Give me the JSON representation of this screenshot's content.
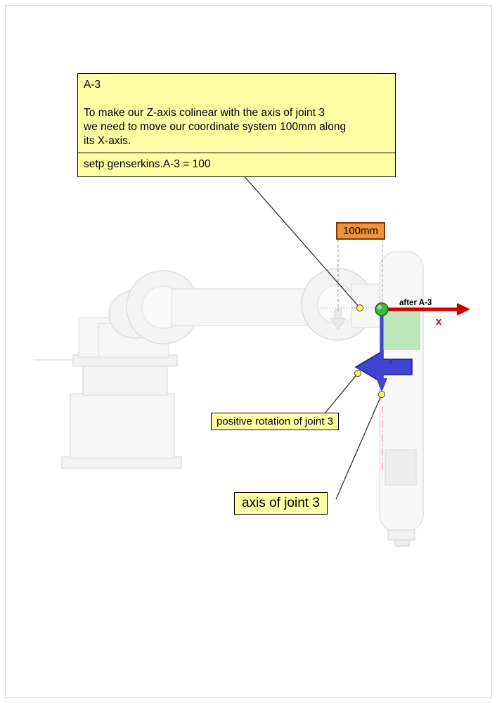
{
  "callout": {
    "title": "A-3",
    "line1": "To make our Z-axis colinear with the axis of joint 3",
    "line2": "we need to move our coordinate system 100mm along",
    "line3": "its X-axis.",
    "command": "setp genserkins.A-3 = 100"
  },
  "labels": {
    "distance": "100mm",
    "after_a3": "after A-3",
    "x_axis": "x",
    "z_axis": "z",
    "positive_rotation": "positive rotation of joint 3",
    "axis_of_joint3": "axis of joint 3"
  },
  "colors": {
    "callout_bg": "#FFFFA6",
    "distance_bg": "#F0913C",
    "distance_border": "#7A3B00",
    "x_arrow": "#CC0000",
    "z_arrow": "#4444CC",
    "rotation_arrow": "#4045CF",
    "origin_marker_green": "#3CB93C",
    "plane_green": "#7FD87F",
    "leader_dot_yellow": "#FFFF4D"
  }
}
